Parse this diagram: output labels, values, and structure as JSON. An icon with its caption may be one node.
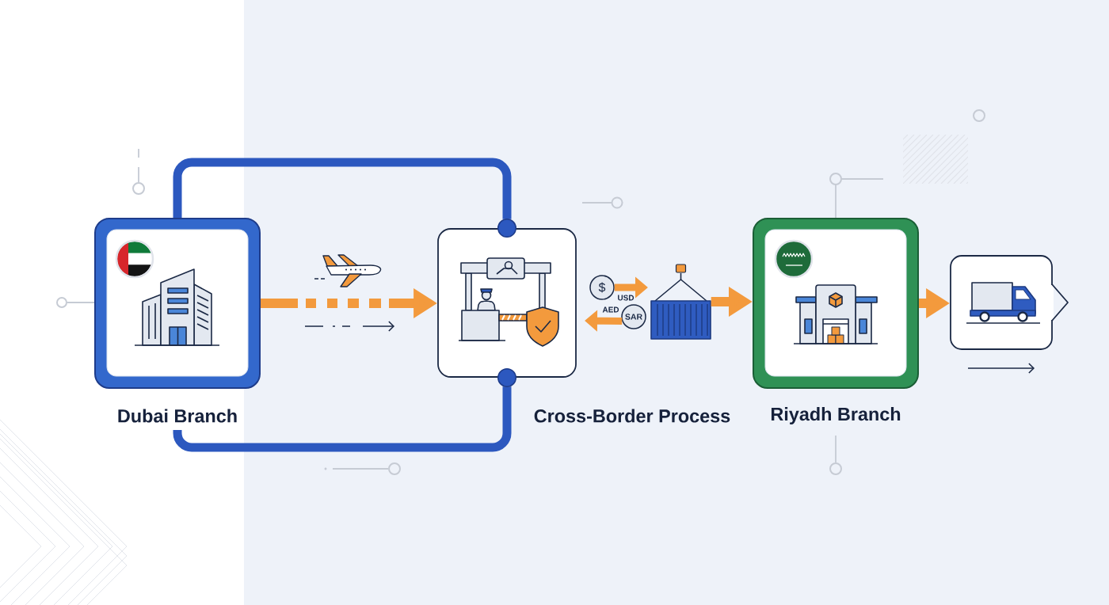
{
  "diagram": {
    "nodes": [
      {
        "text": [
          "Dubai Branch"
        ]
      },
      {
        "text": [
          "Cross-Border Process"
        ]
      },
      {
        "text": [
          "$"
        ],
        "beside": [
          "USD"
        ]
      },
      {
        "text": [
          "SAR"
        ],
        "beside": [
          "AED"
        ]
      },
      {
        "text": [],
        "shape": "picture"
      },
      {
        "text": [
          "Riyadh Branch"
        ]
      },
      {
        "text": [],
        "shape": "box"
      }
    ],
    "edges": [
      {
        "from": 0,
        "to": 1,
        "arrow": "to",
        "style": "dashed"
      },
      {
        "from": 0,
        "to": 1,
        "arrow": "other",
        "color": "#2c58bf"
      },
      {
        "from": 0,
        "to": 1,
        "arrow": "other",
        "color": "#2c58bf"
      },
      {
        "from": 2,
        "to": null,
        "arrow": "to"
      },
      {
        "from": 3,
        "to": null,
        "arrow": "to"
      },
      {
        "from": 4,
        "to": 5,
        "arrow": "to"
      },
      {
        "from": 5,
        "to": 6,
        "arrow": "to"
      }
    ]
  }
}
